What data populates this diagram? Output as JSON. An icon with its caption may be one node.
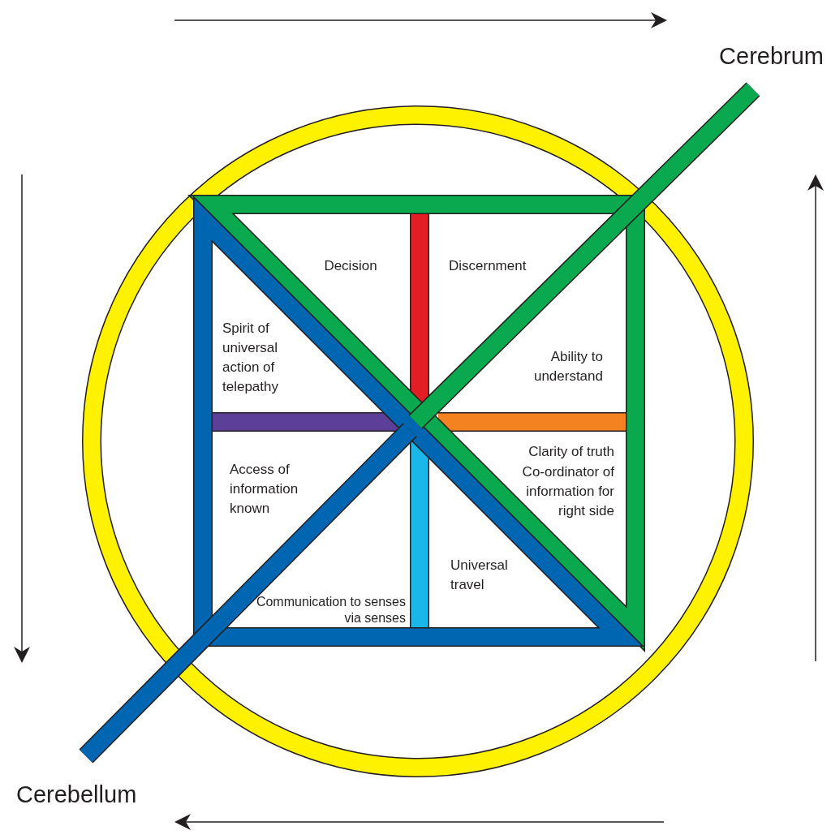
{
  "diagram": {
    "labels": [
      "Cerebrum",
      "Decision",
      "Discernment",
      "Spirit of universal action of telepathy",
      "Ability to understand",
      "Clarity of truth",
      "Co-ordinator of information for right side",
      "Access of information known",
      "Universal travel",
      "Communication to senses via senses",
      "Cerebellum"
    ]
  }
}
